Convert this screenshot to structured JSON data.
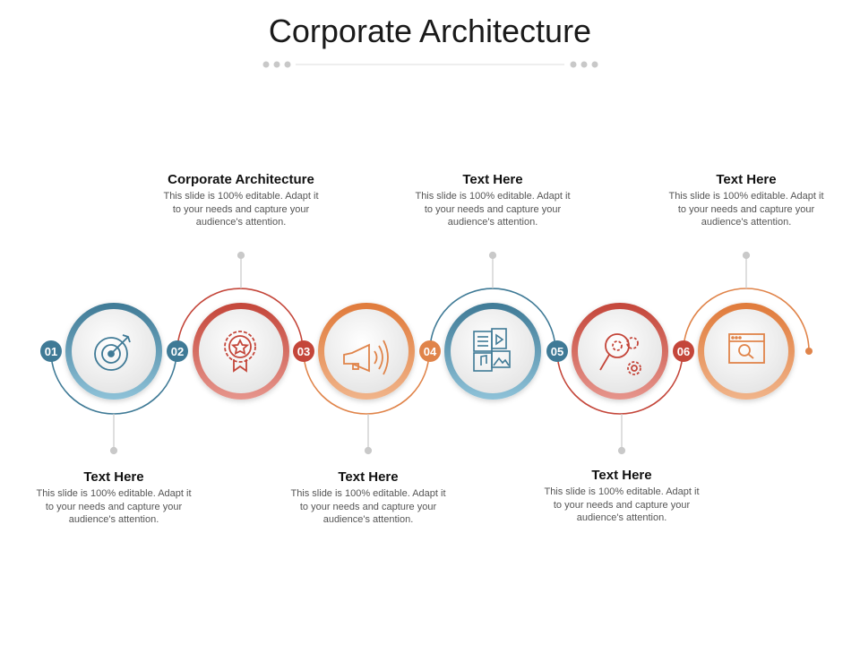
{
  "title": "Corporate Architecture",
  "colors": {
    "blue": "#3f7a96",
    "red": "#c4463a",
    "orange": "#e0844a",
    "light_blue": "#8ec2d8",
    "light_red": "#e6958c",
    "light_orange": "#f0b48a"
  },
  "steps": [
    {
      "number": "01",
      "icon": "target-icon",
      "heading": "Text Here",
      "body": "This slide is 100% editable. Adapt it to your needs and capture your audience's attention."
    },
    {
      "number": "02",
      "icon": "award-badge-icon",
      "heading": "Corporate Architecture",
      "body": "This slide is 100% editable. Adapt it to your needs and capture your audience's attention."
    },
    {
      "number": "03",
      "icon": "megaphone-icon",
      "heading": "Text Here",
      "body": "This slide is 100% editable. Adapt it to your needs and capture your audience's attention."
    },
    {
      "number": "04",
      "icon": "media-files-icon",
      "heading": "Text Here",
      "body": "This slide is 100% editable. Adapt it to your needs and capture your audience's attention."
    },
    {
      "number": "05",
      "icon": "search-gears-icon",
      "heading": "Text Here",
      "body": "This slide is 100% editable. Adapt it to your needs and capture your audience's attention."
    },
    {
      "number": "06",
      "icon": "browser-search-icon",
      "heading": "Text Here",
      "body": "This slide is 100% editable. Adapt it to your needs and capture your audience's attention."
    }
  ]
}
